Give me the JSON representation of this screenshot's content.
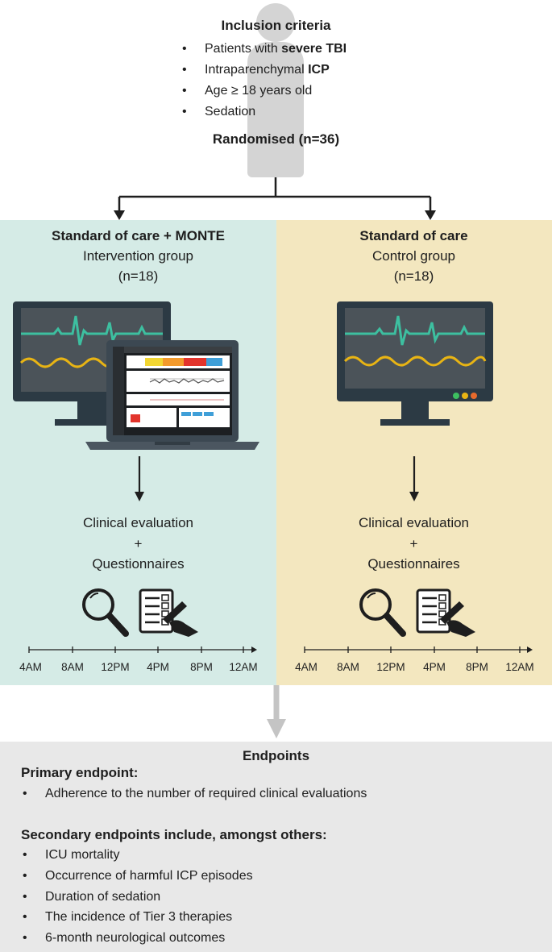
{
  "inclusion": {
    "title": "Inclusion criteria",
    "items": [
      {
        "pre": "Patients with ",
        "bold": "severe TBI"
      },
      {
        "pre": "Intraparenchymal ",
        "bold": "ICP"
      },
      {
        "pre": "Age ≥ 18 years old",
        "bold": ""
      },
      {
        "pre": "Sedation",
        "bold": ""
      }
    ],
    "randomised": "Randomised (n=36)"
  },
  "groups": [
    {
      "title": "Standard of care + MONTE",
      "subtitle": "Intervention group",
      "n": "(n=18)",
      "evaluation": "Clinical evaluation",
      "plus": "+",
      "questionnaires": "Questionnaires",
      "background": "#d5ebe6"
    },
    {
      "title": "Standard of care",
      "subtitle": "Control group",
      "n": "(n=18)",
      "evaluation": "Clinical evaluation",
      "plus": "+",
      "questionnaires": "Questionnaires",
      "background": "#f3e7bf"
    }
  ],
  "timeline": {
    "ticks": [
      "4AM",
      "8AM",
      "12PM",
      "4PM",
      "8PM",
      "12AM"
    ]
  },
  "endpoints": {
    "title": "Endpoints",
    "primary_heading": "Primary endpoint:",
    "primary_items": [
      "Adherence to the number of required clinical evaluations"
    ],
    "secondary_heading": "Secondary endpoints include, amongst others:",
    "secondary_items": [
      "ICU mortality",
      "Occurrence of harmful ICP episodes",
      "Duration of sedation",
      "The incidence of Tier 3 therapies",
      "6-month neurological outcomes"
    ]
  },
  "colors": {
    "waveform_green": "#3dbfa0",
    "waveform_yellow": "#e8b414",
    "monitor_frame": "#2c3a44",
    "arrow_grey": "#c4c4c4",
    "status_lights": [
      "#3dbf60",
      "#e8b414",
      "#e86a2c"
    ]
  }
}
